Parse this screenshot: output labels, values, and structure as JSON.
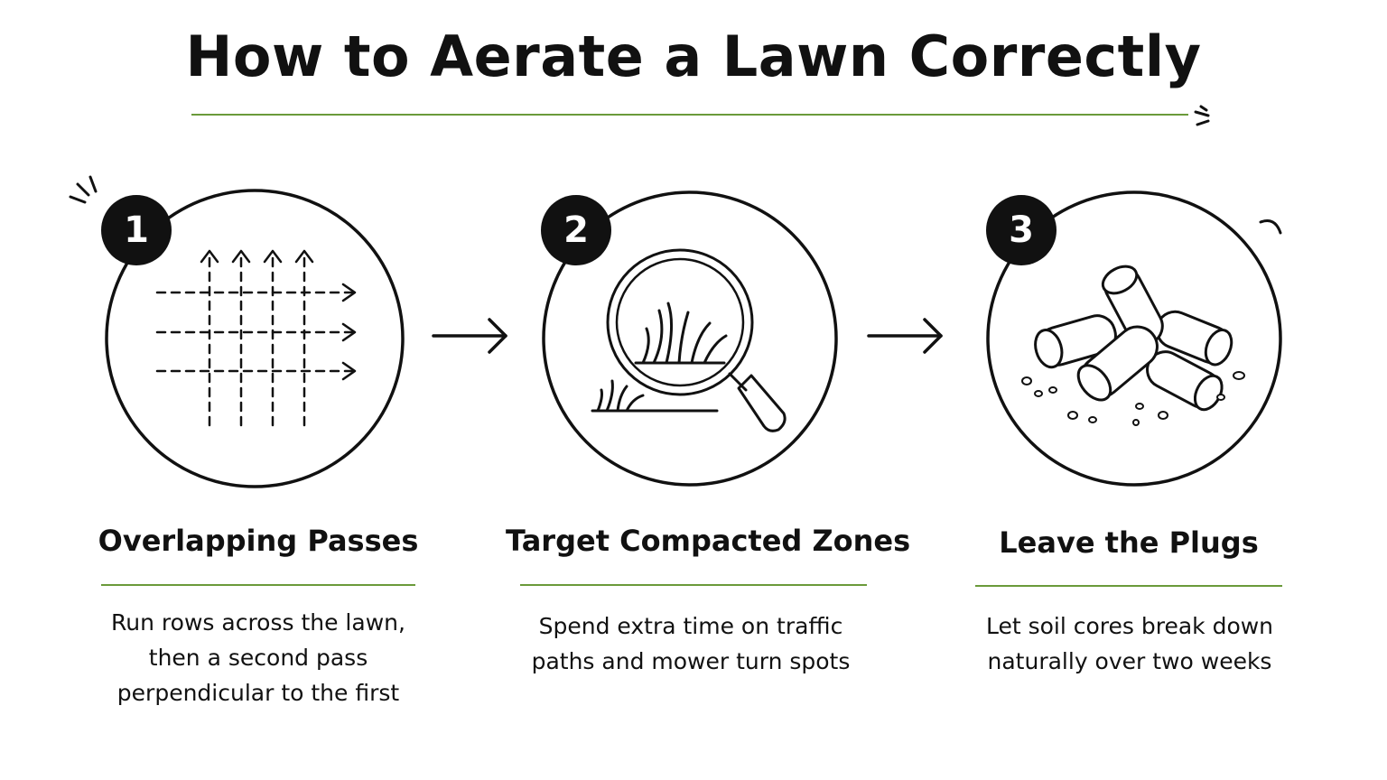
{
  "title": "How to Aerate a Lawn Correctly",
  "colors": {
    "accent": "#6a9a3a",
    "ink": "#111111",
    "background": "#ffffff"
  },
  "steps": [
    {
      "number": "1",
      "title": "Overlapping Passes",
      "description_lines": [
        "Run rows across the lawn,",
        "then a second pass",
        "perpendicular to the first"
      ],
      "icon": "crosshatch-arrows-icon"
    },
    {
      "number": "2",
      "title": "Target Compacted Zones",
      "description_lines": [
        "Spend extra time on traffic",
        "paths and mower turn spots"
      ],
      "icon": "magnifying-glass-grass-icon"
    },
    {
      "number": "3",
      "title": "Leave the Plugs",
      "description_lines": [
        "Let soil cores break down",
        "naturally over two weeks"
      ],
      "icon": "soil-cores-icon"
    }
  ]
}
